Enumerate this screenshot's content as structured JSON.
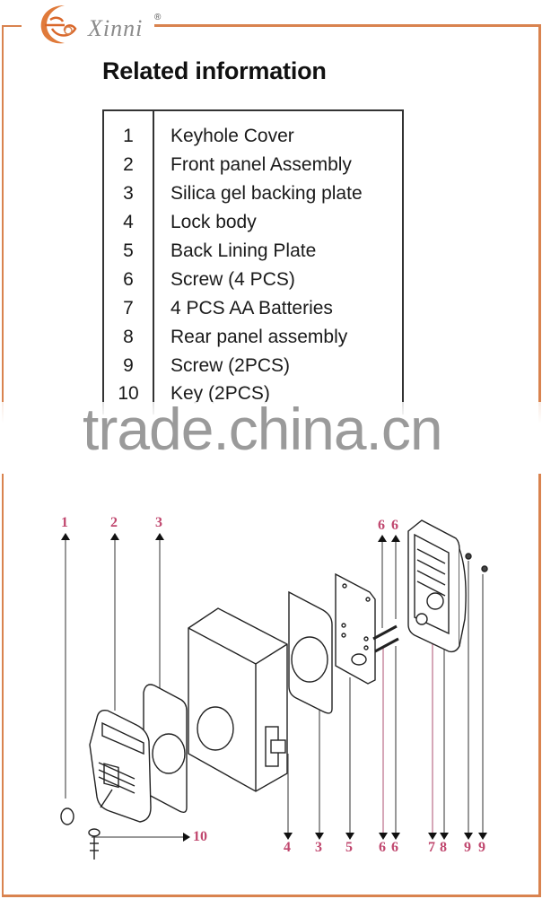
{
  "brand": {
    "logo_name": "Xinni",
    "registered_mark": "®",
    "accent_color": "#d9834f"
  },
  "section": {
    "title": "Related information"
  },
  "parts": [
    {
      "num": "1",
      "name": "Keyhole Cover"
    },
    {
      "num": "2",
      "name": "Front panel Assembly"
    },
    {
      "num": "3",
      "name": "Silica gel backing plate"
    },
    {
      "num": "4",
      "name": "Lock body"
    },
    {
      "num": "5",
      "name": "Back Lining Plate"
    },
    {
      "num": "6",
      "name": "Screw (4 PCS)"
    },
    {
      "num": "7",
      "name": "4 PCS AA Batteries"
    },
    {
      "num": "8",
      "name": "Rear panel assembly"
    },
    {
      "num": "9",
      "name": "Screw (2PCS)"
    },
    {
      "num": "10",
      "name": "Key (2PCS)"
    }
  ],
  "watermark": "trade.china.cn",
  "diagram": {
    "label_color": "#c0476e",
    "top_labels": [
      "1",
      "2",
      "3",
      "6",
      "6"
    ],
    "bottom_labels": [
      "4",
      "3",
      "5",
      "6",
      "6",
      "7",
      "8",
      "9",
      "9"
    ],
    "side_label": "10"
  }
}
